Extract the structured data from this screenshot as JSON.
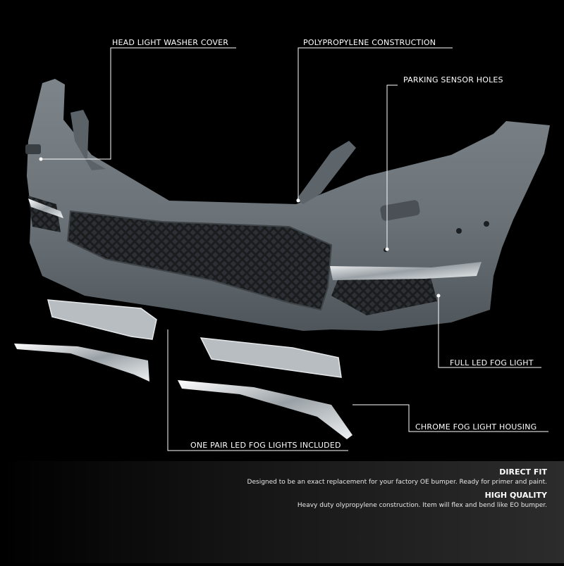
{
  "callouts": {
    "head_light_washer_cover": "HEAD LIGHT WASHER COVER",
    "polypropylene_construction": "POLYPROPYLENE CONSTRUCTION",
    "parking_sensor_holes": "PARKING SENSOR HOLES",
    "full_led_fog_light": "FULL LED FOG LIGHT",
    "chrome_fog_light_housing": "CHROME FOG LIGHT HOUSING",
    "one_pair_led_fog_lights": "ONE PAIR LED FOG LIGHTS INCLUDED"
  },
  "features": [
    {
      "title": "DIRECT FIT",
      "description": "Designed to be an exact replacement for your factory OE bumper. Ready for primer and paint."
    },
    {
      "title": "HIGH QUALITY",
      "description": "Heavy duty olypropylene construction. Item will flex and bend like EO bumper."
    }
  ],
  "colors": {
    "background": "#000000",
    "bumper": "#6e767c",
    "chrome": "#d9dde0"
  }
}
